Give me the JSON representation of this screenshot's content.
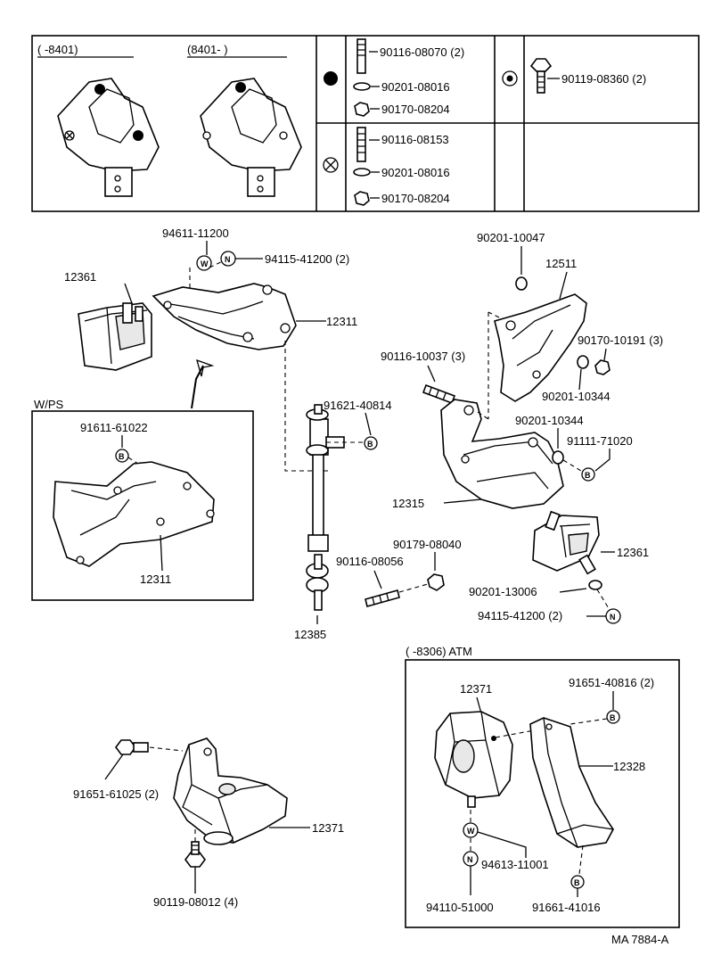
{
  "header": {
    "col1_range": "(      -8401)",
    "col2_range": "(8401-      )"
  },
  "table": {
    "row_black": [
      "90116-08070 (2)",
      "90201-08016",
      "90170-08204"
    ],
    "row_cross": [
      "90116-08153",
      "90201-08016",
      "90170-08204"
    ],
    "row_dot": [
      "90119-08360 (2)"
    ]
  },
  "symbols": {
    "w": "W",
    "n": "N",
    "b": "B"
  },
  "labels": {
    "p94611": "94611-11200",
    "p94115a": "94115-41200 (2)",
    "p12361a": "12361",
    "p12311a": "12311",
    "wps": "W/PS",
    "p91611": "91611-61022",
    "p12311b": "12311",
    "p91621": "91621-40814",
    "p12385": "12385",
    "p90116a": "90116-08056",
    "p90179": "90179-08040",
    "p90201a": "90201-10047",
    "p12511": "12511",
    "p90116b": "90116-10037 (3)",
    "p90170": "90170-10191 (3)",
    "p90201b": "90201-10344",
    "p90201c": "90201-10344",
    "p91111": "91111-71020",
    "p12315": "12315",
    "p12361b": "12361",
    "p90201d": "90201-13006",
    "p94115b": "94115-41200 (2)",
    "atm": "(      -8306) ATM",
    "p12371a": "12371",
    "p91651a": "91651-40816 (2)",
    "p12328": "12328",
    "p94613": "94613-11001",
    "p94110": "94110-51000",
    "p91661": "91661-41016",
    "p91651b": "91651-61025 (2)",
    "p12371b": "12371",
    "p90119": "90119-08012 (4)",
    "code": "MA 7884-A"
  }
}
